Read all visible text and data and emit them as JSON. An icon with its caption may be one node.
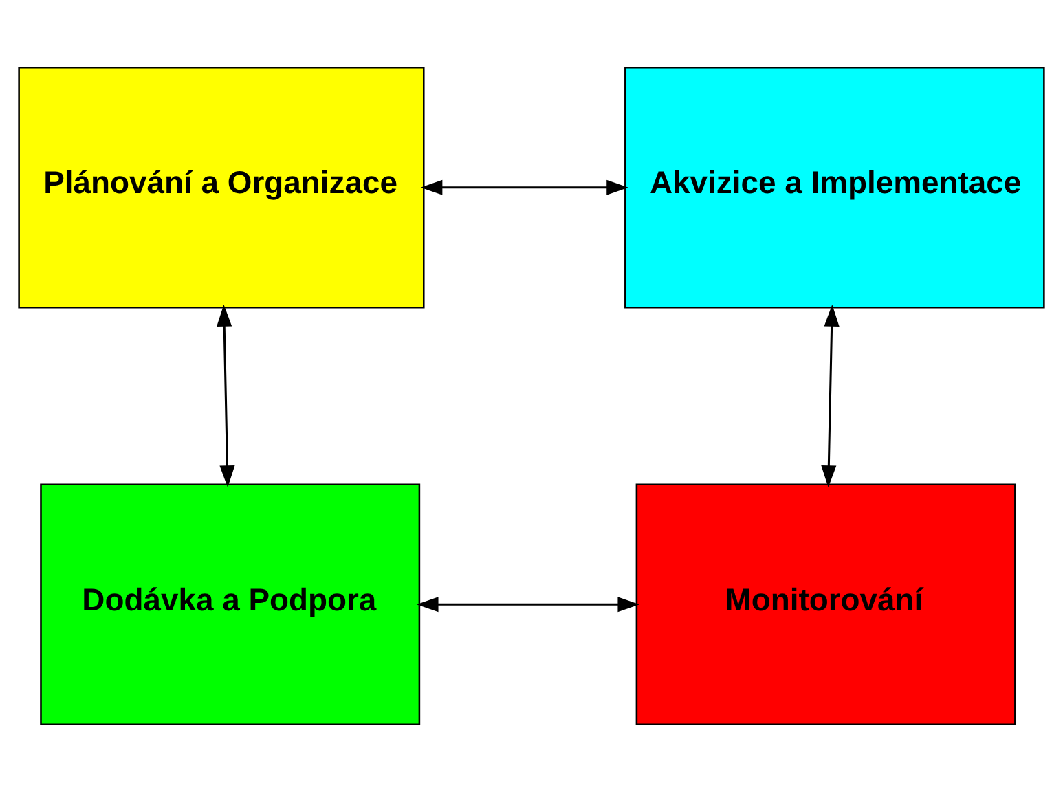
{
  "diagram": {
    "nodes": [
      {
        "text": [
          "Plánování a Organizace"
        ]
      },
      {
        "text": [
          "Akvizice a Implementace"
        ]
      },
      {
        "text": [
          "Dodávka a Podpora"
        ]
      },
      {
        "text": [
          "Monitorování"
        ]
      }
    ],
    "edges": [
      {
        "from": 0,
        "to": 1,
        "arrow": "both"
      },
      {
        "from": 0,
        "to": 2,
        "arrow": "both"
      },
      {
        "from": 1,
        "to": 3,
        "arrow": "both"
      },
      {
        "from": 2,
        "to": 3,
        "arrow": "both"
      }
    ]
  }
}
